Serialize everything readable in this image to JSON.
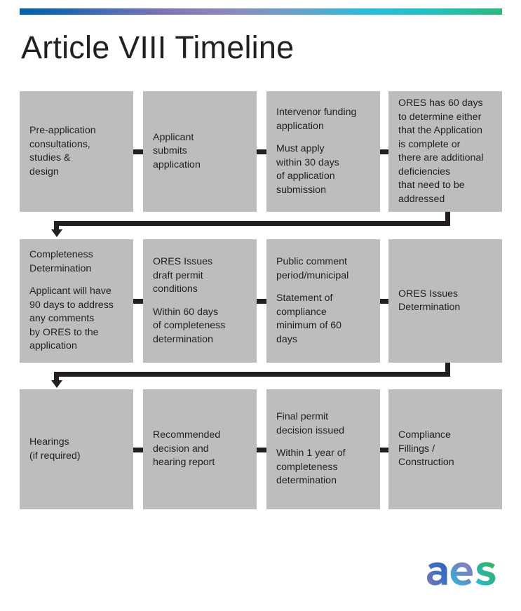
{
  "document": {
    "title": "Article VIII Timeline"
  },
  "header": {
    "gradient_bar": {
      "name": "gradient-rule",
      "colors": [
        "#0062ac",
        "#4a6cb2",
        "#8d7fb7",
        "#5fa6cc",
        "#2bbcd8",
        "#2bb97c"
      ]
    }
  },
  "theme": {
    "node_fill": "#bdbdbd",
    "text_color": "#231f20",
    "connector_color": "#231f20",
    "page_background": "#ffffff"
  },
  "flow": {
    "type": "process-flow",
    "direction": "left-to-right, wrapping down",
    "rows": [
      {
        "index": 1,
        "nodes": [
          {
            "id": "pre-application",
            "lines": [
              "Pre-application\nconsultations,\nstudies &\ndesign"
            ]
          },
          {
            "id": "applicant-submits",
            "lines": [
              "Applicant\nsubmits\napplication"
            ]
          },
          {
            "id": "intervenor-funding",
            "lines": [
              "Intervenor funding\napplication",
              "Must apply\nwithin 30 days\nof application\nsubmission"
            ]
          },
          {
            "id": "ores-60-days",
            "lines": [
              "ORES has 60 days\nto determine either\nthat the Application\nis complete or\nthere are additional\ndeficiencies\nthat need to be\naddressed"
            ]
          }
        ]
      },
      {
        "index": 2,
        "nodes": [
          {
            "id": "completeness-determination",
            "lines": [
              "Completeness\nDetermination",
              "Applicant will have\n90 days to address\nany comments\nby ORES to the\napplication"
            ]
          },
          {
            "id": "draft-permit-conditions",
            "lines": [
              "ORES Issues\ndraft permit\nconditions",
              "Within 60 days\nof completeness\ndetermination"
            ]
          },
          {
            "id": "public-comment-period",
            "lines": [
              "Public comment\nperiod/municipal",
              "Statement of\ncompliance\nminimum of 60\ndays"
            ]
          },
          {
            "id": "ores-issues-determination",
            "lines": [
              "ORES Issues\nDetermination"
            ]
          }
        ]
      },
      {
        "index": 3,
        "nodes": [
          {
            "id": "hearings",
            "lines": [
              "Hearings\n(if required)"
            ]
          },
          {
            "id": "recommended-decision",
            "lines": [
              "Recommended\ndecision and\nhearing report"
            ]
          },
          {
            "id": "final-permit-decision",
            "lines": [
              "Final permit\ndecision issued",
              "Within 1 year of\ncompleteness\ndetermination"
            ]
          },
          {
            "id": "compliance-filings",
            "lines": [
              "Compliance\nFillings /\nConstruction"
            ]
          }
        ]
      }
    ]
  },
  "logo": {
    "name": "aes-logo",
    "text": "aes",
    "colors": [
      "#3f6fc0",
      "#7e74b8",
      "#2bbcd8",
      "#2bb97c"
    ]
  }
}
